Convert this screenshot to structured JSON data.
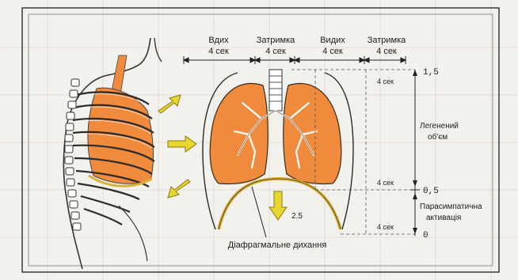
{
  "phases": [
    {
      "line1": "Вдих",
      "line2": "4 сек"
    },
    {
      "line1": "Затримка",
      "line2": "4 сек"
    },
    {
      "line1": "Видих",
      "line2": "4 сек"
    },
    {
      "line1": "Затримка",
      "line2": "4 сек"
    }
  ],
  "right_labels": {
    "top_sec": "4 сек",
    "mid_sec": "4 сек",
    "bottom_sec": "4 сек",
    "val_high": "1,5",
    "val_mid": "0,5",
    "val_low": "0",
    "lung_volume_line1": "Легенений",
    "lung_volume_line2": "об'єм",
    "parasym_line1": "Парасимпатична",
    "parasym_line2": "активація"
  },
  "diaphragm_label": "Діафрагмальне дихання",
  "small_value": "2.5",
  "colors": {
    "lung": "#f08a3c",
    "bronchi": "#ffffff",
    "diaphragm": "#d8b23a",
    "arrow": "#e8d630",
    "line": "#2a2a2a"
  }
}
